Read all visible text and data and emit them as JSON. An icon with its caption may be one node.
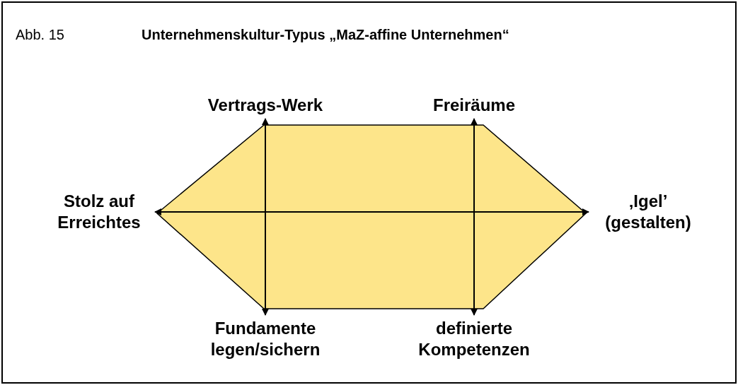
{
  "diagram": {
    "title": "Unternehmenskultur-Typus „MaZ-affine Unternehmen“",
    "nodes": [
      {
        "text": [
          "Vertrags-Werk"
        ]
      },
      {
        "text": [
          "Freiräume"
        ]
      },
      {
        "text": [
          "Stolz auf Erreichtes"
        ]
      },
      {
        "text": [
          "‚Igel’ (gestalten)"
        ]
      },
      {
        "text": [
          "Fundamente legen/sichern"
        ]
      },
      {
        "text": [
          "definierte Kompetenzen"
        ]
      }
    ],
    "edges": [
      {
        "from": 2,
        "to": 3,
        "arrow": "both"
      },
      {
        "from": 0,
        "to": 4,
        "arrow": "both"
      },
      {
        "from": 1,
        "to": 5,
        "arrow": "both"
      }
    ],
    "labels": [
      "Abb. 15"
    ]
  }
}
